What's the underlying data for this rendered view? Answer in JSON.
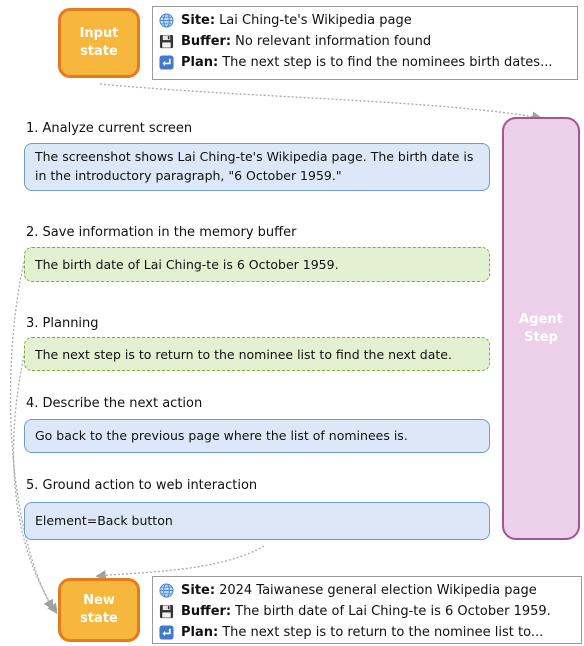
{
  "input_state": {
    "label": "Input\nstate"
  },
  "input_panel": {
    "site_label": "Site:",
    "site_value": "Lai Ching-te's Wikipedia page",
    "buffer_label": "Buffer:",
    "buffer_value": "No relevant information found",
    "plan_label": "Plan:",
    "plan_value": "The next step is to find the nominees birth dates..."
  },
  "steps": [
    {
      "title": "1. Analyze current screen",
      "text": "The screenshot shows Lai Ching-te's Wikipedia page. The birth date is in the introductory paragraph, \"6 October 1959.\""
    },
    {
      "title": "2. Save information in the memory buffer",
      "text": "The birth date of Lai Ching-te is 6 October 1959."
    },
    {
      "title": "3. Planning",
      "text": "The next step is to return to the nominee list to find the next date."
    },
    {
      "title": "4. Describe the next action",
      "text": "Go back to the previous page where the list of nominees is."
    },
    {
      "title": "5. Ground action to web interaction",
      "text": "Element=Back button"
    }
  ],
  "agent_step": {
    "label": "Agent\nStep"
  },
  "new_state": {
    "label": "New\nstate"
  },
  "new_panel": {
    "site_label": "Site:",
    "site_value": "2024 Taiwanese general election Wikipedia page",
    "buffer_label": "Buffer:",
    "buffer_value": "The birth date of Lai Ching-te is 6 October 1959.",
    "plan_label": "Plan:",
    "plan_value": "The next step is to return to the nominee list to..."
  },
  "icons": {
    "site": "globe-icon",
    "buffer": "floppy-disk-icon",
    "plan": "return-arrow-icon"
  },
  "colors": {
    "state_fill": "#f6b73c",
    "state_border": "#e57b1f",
    "agent_fill": "#eccfe9",
    "agent_border": "#a2539a",
    "blue_fill": "#dce8f7",
    "blue_border": "#6f9bd1",
    "green_fill": "#e3f1d2",
    "green_border": "#7fae3d"
  }
}
